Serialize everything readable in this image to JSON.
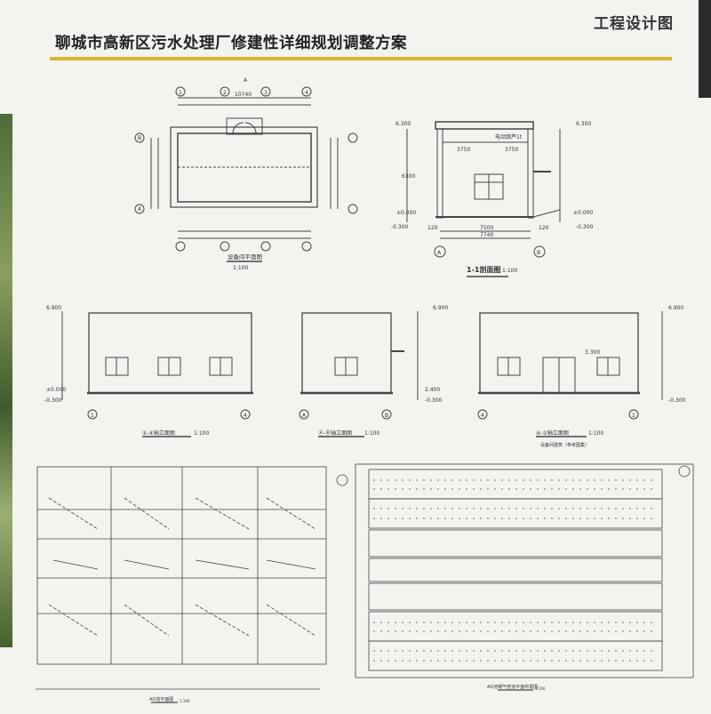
{
  "header": {
    "section_label": "工程设计图",
    "title": "聊城市高新区污水处理厂修建性详细规划调整方案"
  },
  "drawings": {
    "plan": {
      "title": "设备间平面图",
      "scale": "1:100",
      "axes": [
        "1",
        "2",
        "3",
        "4"
      ],
      "rows": [
        "A",
        "B"
      ],
      "total_dim": "10740",
      "section_mark": "A"
    },
    "section": {
      "title": "1-1剖面图",
      "scale": "1:100",
      "top_level": "6.300",
      "ground_level": "±0.000",
      "bottom_level": "-0.300",
      "height_dim": "6300",
      "span_inner": "7500",
      "span_total": "7740",
      "wall": "120",
      "half_left": "3750",
      "half_right": "3750",
      "axis_left": "A",
      "axis_right": "B",
      "crane_label": "电动葫芦1t"
    },
    "elevation_1": {
      "title": "①-④轴立面图",
      "scale": "1:100",
      "axis_left": "1",
      "axis_right": "4",
      "top_level": "6.900",
      "ground_level": "±0.000",
      "bottom_level": "-0.300"
    },
    "elevation_2": {
      "title": "Ⓐ-Ⓑ轴立面图",
      "scale": "1:100",
      "axis_left": "A",
      "axis_right": "B",
      "top_level": "6.900",
      "mid_level": "2.400",
      "bottom_level": "-0.300"
    },
    "elevation_3": {
      "title": "④-①轴立面图",
      "scale": "1:100",
      "note": "设备间建筑（参考图集）",
      "axis_left": "4",
      "axis_right": "1",
      "door_level": "3.300",
      "top_level": "6.900",
      "bottom_level": "-0.300"
    },
    "ao_plan": {
      "title": "AO池平面图",
      "scale": "1:100"
    },
    "ao_pipe_plan": {
      "title": "AO池曝气管道平面布置图",
      "scale": "1:100"
    }
  }
}
